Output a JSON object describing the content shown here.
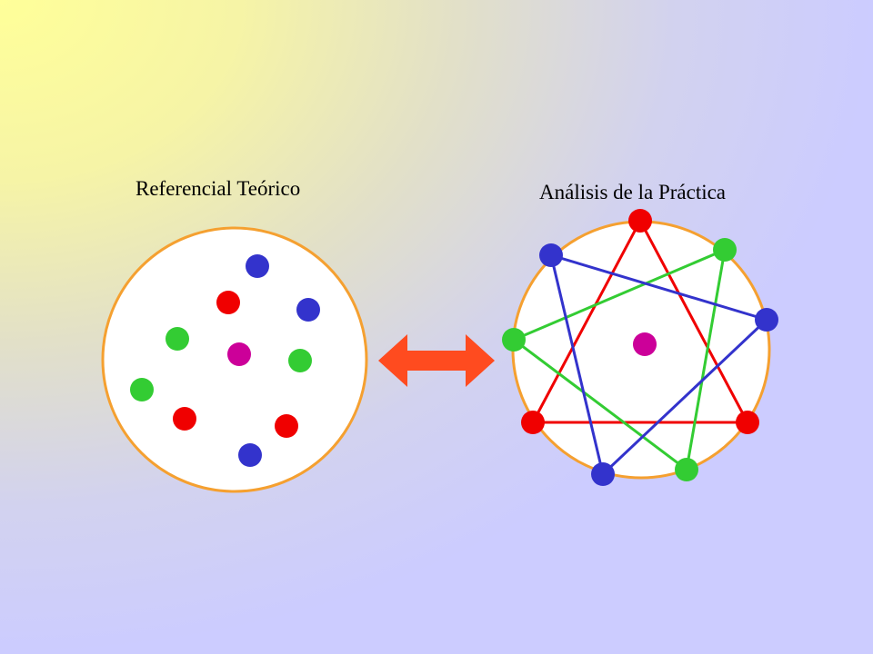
{
  "titles": {
    "left": "Referencial Teórico",
    "right": "Análisis de la Práctica"
  },
  "colors": {
    "circle_fill": "#ffffff",
    "circle_stroke": "#f5a030",
    "arrow": "#ff4b1f",
    "red": "#f00000",
    "blue": "#3333cc",
    "green": "#33cc33",
    "magenta": "#cc0099"
  },
  "left_group": {
    "dots": [
      "blue",
      "red",
      "blue",
      "green",
      "magenta",
      "green",
      "green",
      "red",
      "red",
      "blue"
    ]
  },
  "right_group": {
    "center_dot": "magenta",
    "nodes": [
      "red",
      "green",
      "blue",
      "red",
      "green",
      "blue",
      "red",
      "green",
      "blue"
    ],
    "connections": [
      {
        "color": "red",
        "nodes": [
          0,
          3,
          6
        ]
      },
      {
        "color": "green",
        "nodes": [
          1,
          4,
          7
        ]
      },
      {
        "color": "blue",
        "nodes": [
          2,
          5,
          8
        ]
      }
    ]
  },
  "connector": {
    "icon": "double-arrow-icon"
  }
}
